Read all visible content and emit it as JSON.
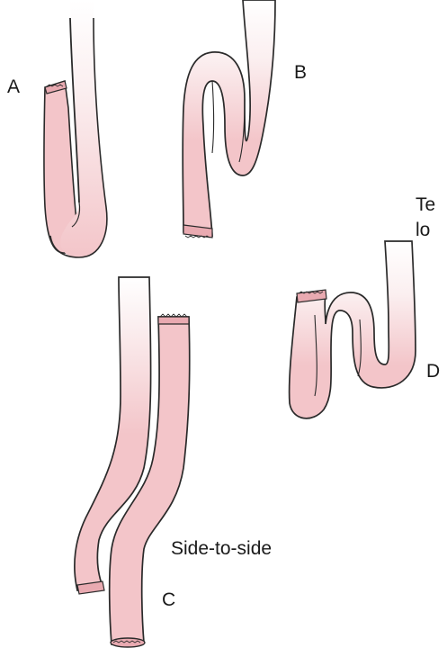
{
  "figure": {
    "labels": {
      "a": "A",
      "b": "B",
      "c": "C",
      "d": "D",
      "side_to_side": "Side-to-side",
      "cut_line1": "Te",
      "cut_line2": "lo"
    },
    "colors": {
      "bowel_fill": "#f3c5c9",
      "bowel_shade": "#e9aab1",
      "fade_top": "#fbeff0",
      "outline": "#2a2a2a",
      "text": "#1a1a1a"
    }
  }
}
